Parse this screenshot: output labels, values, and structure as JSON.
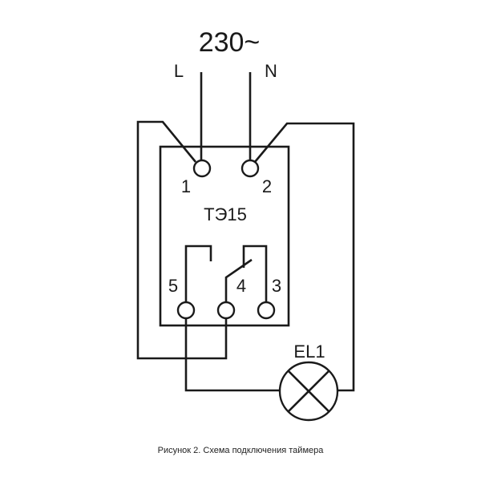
{
  "diagram": {
    "supply_label": "230~",
    "line_label": "L",
    "neutral_label": "N",
    "device_label": "ТЭ15",
    "terminals": [
      {
        "id": "1",
        "label": "1"
      },
      {
        "id": "2",
        "label": "2"
      },
      {
        "id": "3",
        "label": "3"
      },
      {
        "id": "4",
        "label": "4"
      },
      {
        "id": "5",
        "label": "5"
      }
    ],
    "lamp_label": "EL1",
    "icons": {
      "lamp": "lamp-symbol-icon",
      "switch": "relay-contact-icon",
      "terminal": "terminal-circle-icon"
    },
    "line_color": "#1a1a1a"
  },
  "caption": "Рисунок 2. Схема подключения таймера"
}
